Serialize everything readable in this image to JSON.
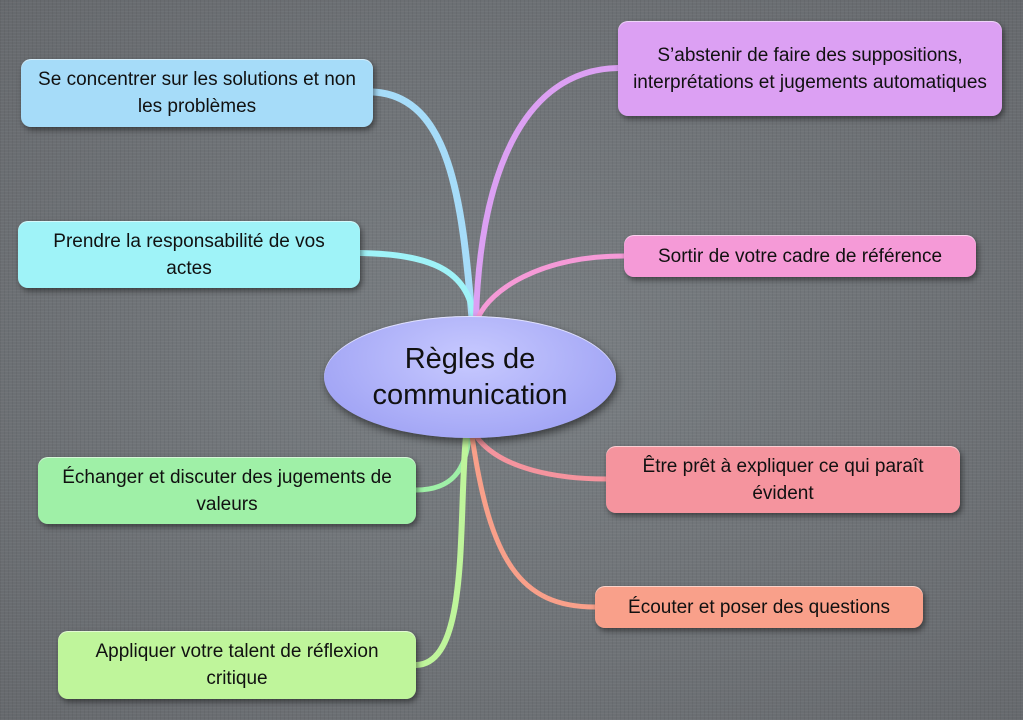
{
  "center": {
    "label": "Règles de communication",
    "color": "#a9acf7"
  },
  "branches": [
    {
      "id": "solutions",
      "label": "Se concentrer sur les solutions et non les problèmes",
      "color": "#a6dcf9",
      "edge": "#a6dcf9"
    },
    {
      "id": "responsabilite",
      "label": "Prendre la responsabilité de vos actes",
      "color": "#9ff3f8",
      "edge": "#9ff3f8"
    },
    {
      "id": "echanger",
      "label": "Échanger et discuter des jugements de valeurs",
      "color": "#9ff0a7",
      "edge": "#9ff0a7"
    },
    {
      "id": "reflexion",
      "label": "Appliquer votre talent de réflexion critique",
      "color": "#bff59b",
      "edge": "#bff59b"
    },
    {
      "id": "abstenir",
      "label": "S’abstenir de faire des suppositions, interprétations et jugements automatiques",
      "color": "#dca0f3",
      "edge": "#dca0f3"
    },
    {
      "id": "cadre",
      "label": "Sortir de votre cadre de référence",
      "color": "#f59ad7",
      "edge": "#f59ad7"
    },
    {
      "id": "evident",
      "label": "Être prêt à expliquer ce qui paraît évident",
      "color": "#f5949e",
      "edge": "#f5949e"
    },
    {
      "id": "ecouter",
      "label": "Écouter et poser des questions",
      "color": "#f9a08a",
      "edge": "#f9a08a"
    }
  ]
}
